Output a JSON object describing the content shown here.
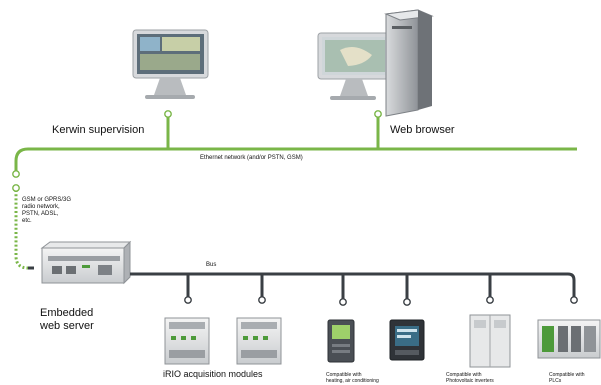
{
  "nodes": {
    "kerwin": "Kerwin supervision",
    "browser": "Web browser",
    "server_line1": "Embedded",
    "server_line2": "web server",
    "iris": "iRIO acquisition modules"
  },
  "networks": {
    "ethernet": "Ethernet network (and/or PSTN, GSM)",
    "bus": "Bus",
    "radio_lines": [
      "GSM or GPRS/3G",
      "radio network,",
      "PSTN, ADSL,",
      "etc."
    ]
  },
  "devices": {
    "compat_heating_1": "Compatible with",
    "compat_heating_2": "heating, air conditioning",
    "compat_pv_1": "Compatible with",
    "compat_pv_2": "Photovoltaic inverters",
    "compat_plc_1": "Compatible with",
    "compat_plc_2": "PLCs"
  },
  "colors": {
    "ethernet": "#7ab648",
    "bus": "#3a3f44"
  }
}
